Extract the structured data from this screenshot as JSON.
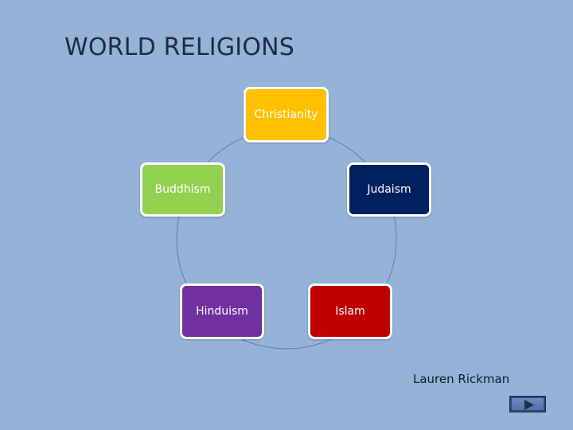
{
  "title": "WORLD RELIGIONS",
  "author": "Lauren Rickman",
  "nodes": [
    {
      "label": "Christianity",
      "color": "#ffc000",
      "text_color": "#ffffff"
    },
    {
      "label": "Judaism",
      "color": "#002060",
      "text_color": "#ffffff"
    },
    {
      "label": "Islam",
      "color": "#c00000",
      "text_color": "#ffffff"
    },
    {
      "label": "Hinduism",
      "color": "#7030a0",
      "text_color": "#ffffff"
    },
    {
      "label": "Buddhism",
      "color": "#92d050",
      "text_color": "#ffffff"
    }
  ],
  "colors": {
    "background": "#95b3d7",
    "connector": "#4f81bd"
  },
  "icons": {
    "next_slide": "play-arrow-icon"
  }
}
